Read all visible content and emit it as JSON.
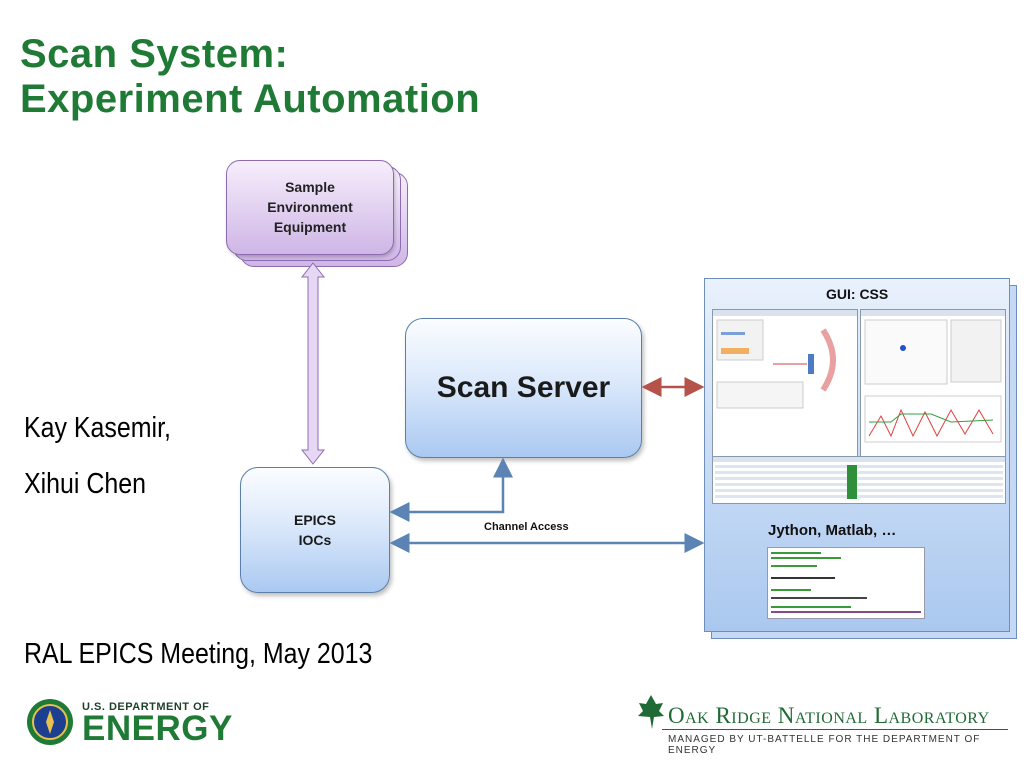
{
  "slide": {
    "title_line1": "Scan System:",
    "title_line2": "Experiment Automation",
    "author1": "Kay Kasemir,",
    "author2": "Xihui Chen",
    "meeting": "RAL EPICS Meeting, May 2013"
  },
  "diagram": {
    "sample_env": "Sample\nEnvironment\nEquipment",
    "scan_server": "Scan Server",
    "epics_iocs": "EPICS\nIOCs",
    "channel_access": "Channel Access",
    "gui_label": "GUI: CSS",
    "scripting_label": "Jython, Matlab, …"
  },
  "logos": {
    "doe_line1": "U.S. DEPARTMENT OF",
    "doe_line2": "ENERGY",
    "ornl_name": "Oak Ridge National Laboratory",
    "ornl_tagline": "MANAGED BY UT-BATTELLE FOR THE DEPARTMENT OF ENERGY"
  },
  "colors": {
    "title_green": "#1f7a36",
    "purple_box": "#cfb6e6",
    "blue_box": "#aac9f1",
    "arrow_blue": "#5b84b5",
    "arrow_red": "#b5524a",
    "purple_arrow": "#c9b3e3"
  }
}
